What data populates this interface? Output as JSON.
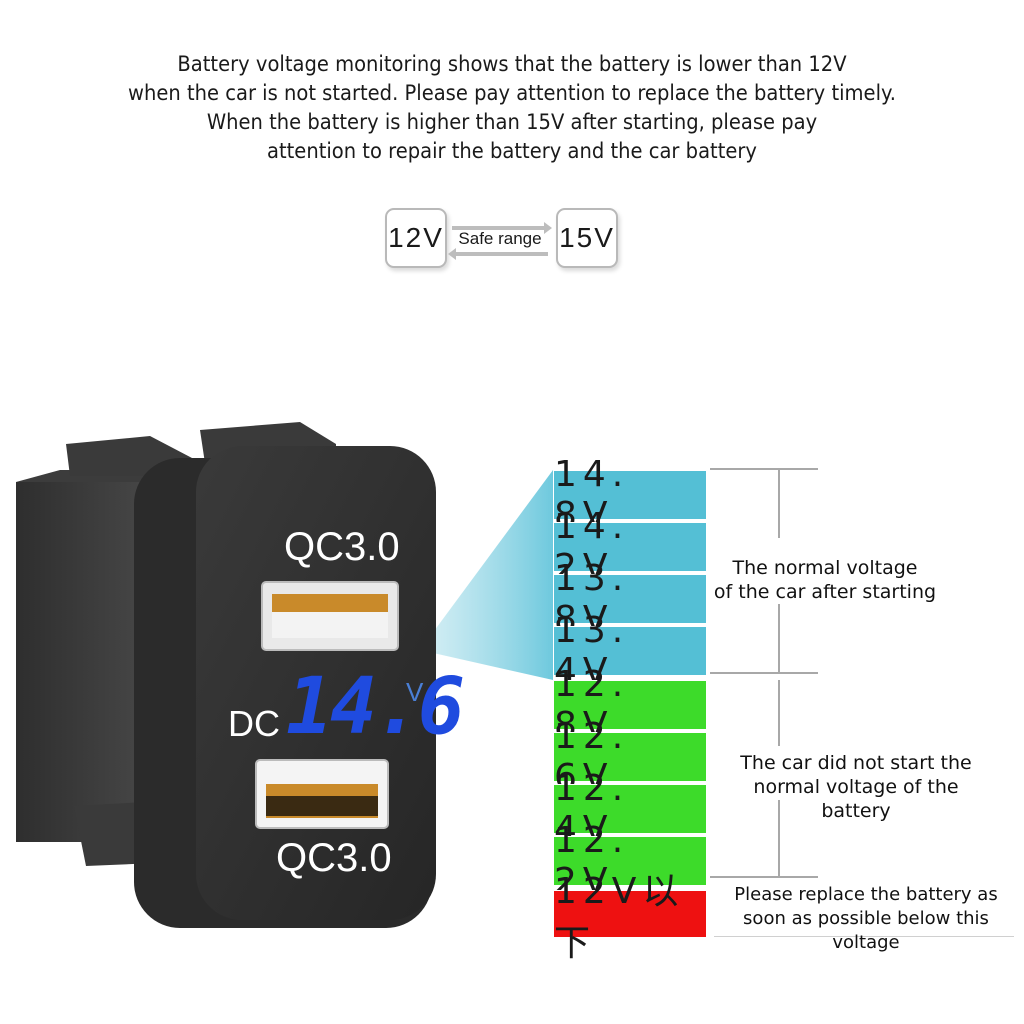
{
  "intro": {
    "lines": [
      "Battery voltage monitoring shows that the battery is lower than 12V",
      "when the car is not started. Please pay attention to replace the battery timely.",
      "When the battery is higher than 15V after starting, please pay",
      "attention to repair the battery and the car battery"
    ]
  },
  "range": {
    "low": "12V",
    "label": "Safe range",
    "high": "15V"
  },
  "device": {
    "top_port_label": "QC3.0",
    "bottom_port_label": "QC3.0",
    "dc_label": "DC",
    "display_value": "14.6",
    "unit": "V"
  },
  "scale": {
    "cells": [
      {
        "text": "14. 8V",
        "color": "blue"
      },
      {
        "text": "14. 2V",
        "color": "blue"
      },
      {
        "text": "13. 8V",
        "color": "blue"
      },
      {
        "text": "13. 4V",
        "color": "blue"
      },
      {
        "text": "12. 8V",
        "color": "green"
      },
      {
        "text": "12. 6V",
        "color": "green"
      },
      {
        "text": "12. 4V",
        "color": "green"
      },
      {
        "text": "12. 2V",
        "color": "green"
      },
      {
        "text": "12V以下",
        "color": "red"
      }
    ],
    "notes": {
      "after_start": [
        "The normal voltage",
        "of the car after starting"
      ],
      "not_started": [
        "The car did not start the",
        "normal voltage of the battery"
      ],
      "replace": [
        "Please replace the battery as",
        "soon as possible below this voltage"
      ]
    }
  },
  "colors": {
    "blue": "#54bfd5",
    "green": "#3ddb2a",
    "red": "#ee1111",
    "display": "#1f4bdf"
  }
}
